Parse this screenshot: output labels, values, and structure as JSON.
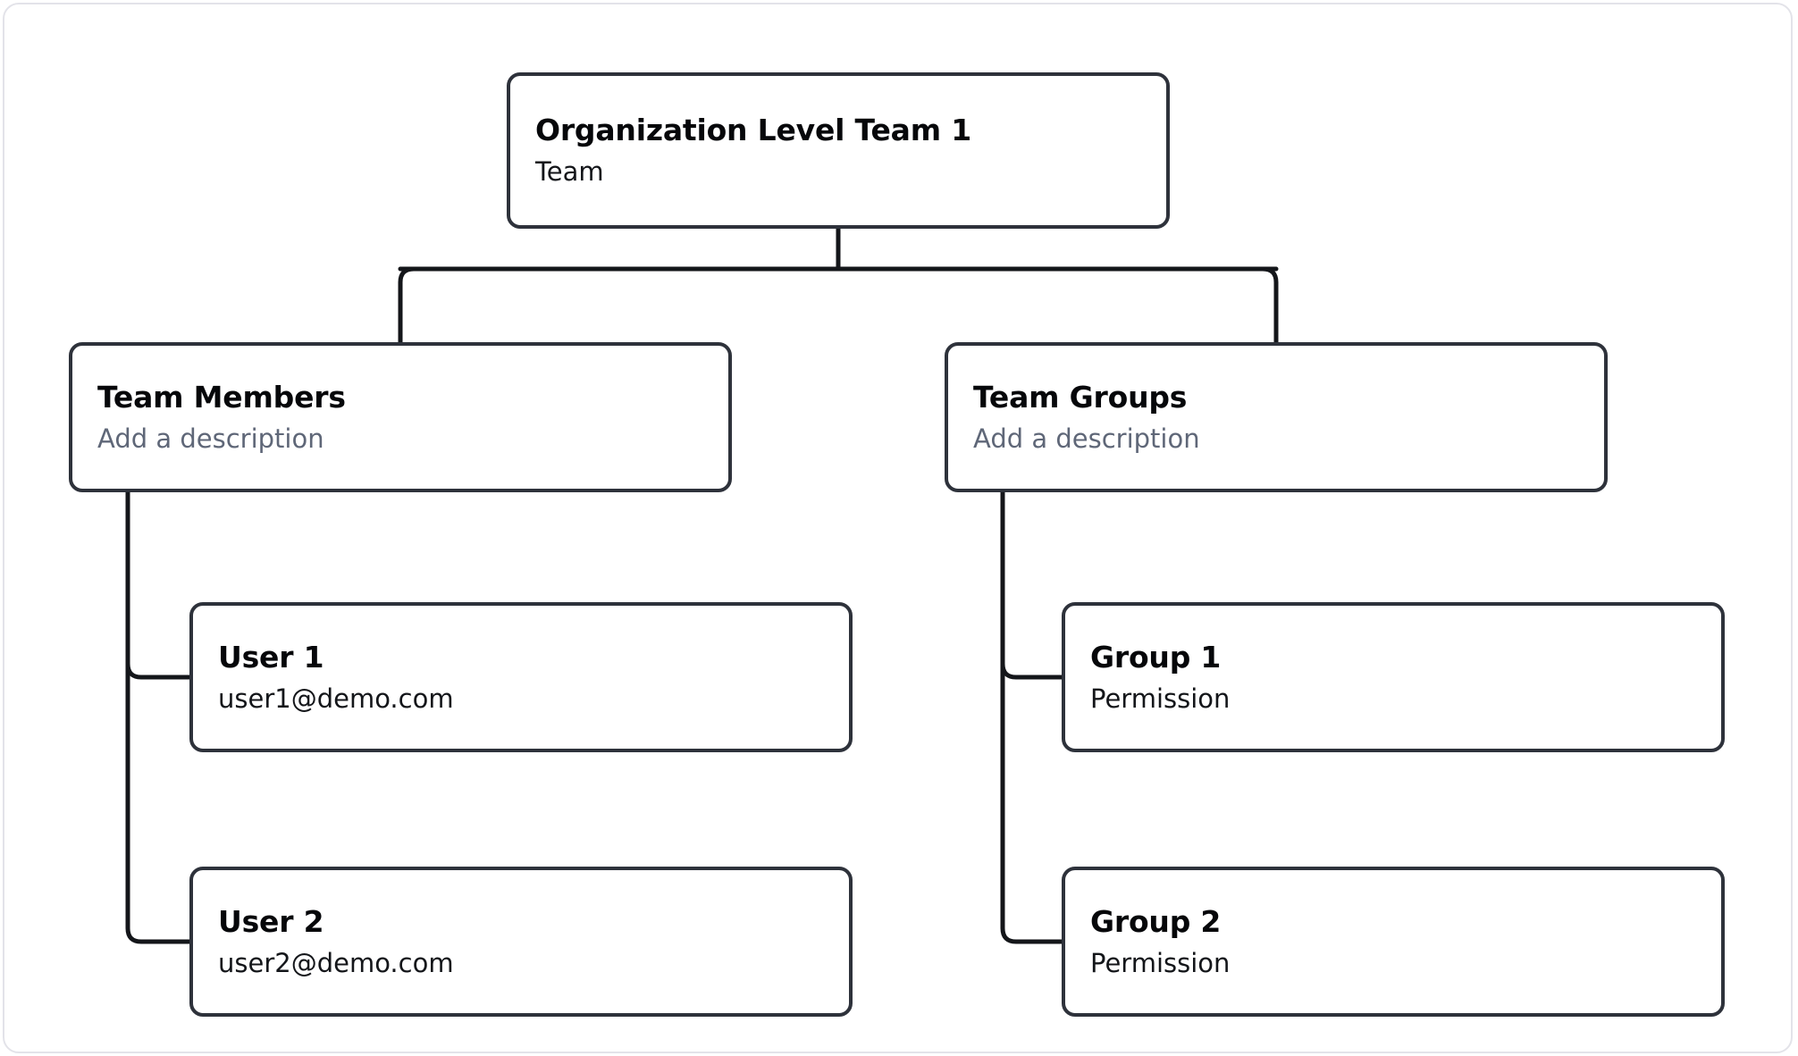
{
  "diagram": {
    "type": "org-chart",
    "root": {
      "id": "root",
      "title": "Organization Level Team 1",
      "subtitle": "Team",
      "subtitle_is_placeholder": false
    },
    "branches": [
      {
        "id": "team-members",
        "title": "Team Members",
        "subtitle": "Add a description",
        "subtitle_is_placeholder": true,
        "children": [
          {
            "id": "user-1",
            "title": "User 1",
            "subtitle": "user1@demo.com",
            "subtitle_is_placeholder": false
          },
          {
            "id": "user-2",
            "title": "User 2",
            "subtitle": "user2@demo.com",
            "subtitle_is_placeholder": false
          }
        ]
      },
      {
        "id": "team-groups",
        "title": "Team Groups",
        "subtitle": "Add a description",
        "subtitle_is_placeholder": true,
        "children": [
          {
            "id": "group-1",
            "title": "Group 1",
            "subtitle": "Permission",
            "subtitle_is_placeholder": false
          },
          {
            "id": "group-2",
            "title": "Group 2",
            "subtitle": "Permission",
            "subtitle_is_placeholder": false
          }
        ]
      }
    ]
  },
  "style": {
    "canvas_background": "#ffffff",
    "canvas_border": "#e3e3e9",
    "node_border": "#2e323b",
    "node_background": "#ffffff",
    "connector": "#14161a",
    "title_color": "#06070a",
    "subtitle_color": "#14161a",
    "placeholder_color": "#5f6778"
  }
}
